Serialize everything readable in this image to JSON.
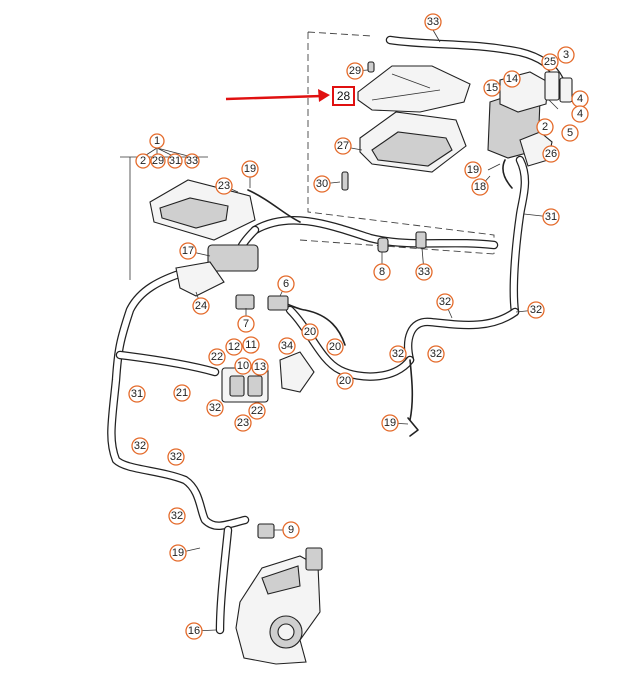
{
  "diagram": {
    "group_label": "1",
    "group_members": [
      "2",
      "29",
      "31",
      "33"
    ],
    "highlighted_part": "28",
    "accent_color": "#e46a2a",
    "highlight_color": "#e01010",
    "callouts": [
      {
        "id": "33"
      },
      {
        "id": "25"
      },
      {
        "id": "3"
      },
      {
        "id": "29"
      },
      {
        "id": "4"
      },
      {
        "id": "14"
      },
      {
        "id": "15"
      },
      {
        "id": "4"
      },
      {
        "id": "2"
      },
      {
        "id": "5"
      },
      {
        "id": "26"
      },
      {
        "id": "27"
      },
      {
        "id": "19"
      },
      {
        "id": "18"
      },
      {
        "id": "30"
      },
      {
        "id": "19"
      },
      {
        "id": "23"
      },
      {
        "id": "31"
      },
      {
        "id": "17"
      },
      {
        "id": "8"
      },
      {
        "id": "33"
      },
      {
        "id": "24"
      },
      {
        "id": "6"
      },
      {
        "id": "32"
      },
      {
        "id": "32"
      },
      {
        "id": "7"
      },
      {
        "id": "20"
      },
      {
        "id": "34"
      },
      {
        "id": "20"
      },
      {
        "id": "12"
      },
      {
        "id": "11"
      },
      {
        "id": "22"
      },
      {
        "id": "10"
      },
      {
        "id": "13"
      },
      {
        "id": "32"
      },
      {
        "id": "32"
      },
      {
        "id": "20"
      },
      {
        "id": "31"
      },
      {
        "id": "21"
      },
      {
        "id": "32"
      },
      {
        "id": "22"
      },
      {
        "id": "23"
      },
      {
        "id": "19"
      },
      {
        "id": "32"
      },
      {
        "id": "32"
      },
      {
        "id": "32"
      },
      {
        "id": "9"
      },
      {
        "id": "19"
      },
      {
        "id": "16"
      }
    ]
  }
}
